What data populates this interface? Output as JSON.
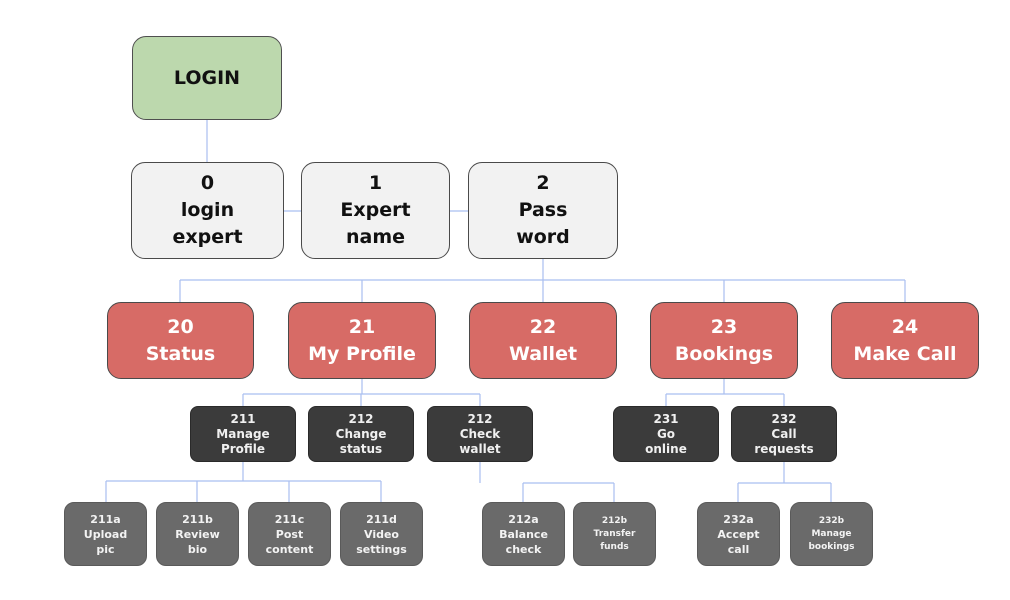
{
  "colors": {
    "connector": "#a9bff0",
    "login_fill": "#bcd8ad",
    "level1_fill": "#f2f2f2",
    "level2_fill": "#d76b66",
    "level3_fill": "#3b3b3b",
    "level4_fill": "#6a6a6a"
  },
  "nodes": {
    "login": {
      "lines": [
        "LOGIN"
      ]
    },
    "n0": {
      "lines": [
        "0",
        "login",
        "expert"
      ]
    },
    "n1": {
      "lines": [
        "1",
        "Expert",
        "name"
      ]
    },
    "n2": {
      "lines": [
        "2",
        "Pass",
        "word"
      ]
    },
    "n20": {
      "lines": [
        "20",
        "Status"
      ]
    },
    "n21": {
      "lines": [
        "21",
        "My Profile"
      ]
    },
    "n22": {
      "lines": [
        "22",
        "Wallet"
      ]
    },
    "n23": {
      "lines": [
        "23",
        "Bookings"
      ]
    },
    "n24": {
      "lines": [
        "24",
        "Make Call"
      ]
    },
    "n211": {
      "lines": [
        "211",
        "Manage",
        "Profile"
      ]
    },
    "n212a_parent": {
      "lines": [
        "212",
        "Change",
        "status"
      ]
    },
    "n212b_parent": {
      "lines": [
        "212",
        "Check",
        "wallet"
      ]
    },
    "n231": {
      "lines": [
        "231",
        "Go",
        "online"
      ]
    },
    "n232": {
      "lines": [
        "232",
        "Call",
        "requests"
      ]
    },
    "n211a": {
      "lines": [
        "211a",
        "Upload",
        "pic"
      ]
    },
    "n211b": {
      "lines": [
        "211b",
        "Review",
        "bio"
      ]
    },
    "n211c": {
      "lines": [
        "211c",
        "Post",
        "content"
      ]
    },
    "n211d": {
      "lines": [
        "211d",
        "Video",
        "settings"
      ]
    },
    "n212a": {
      "lines": [
        "212a",
        "Balance",
        "check"
      ]
    },
    "n212b": {
      "lines": [
        "212b",
        "Transfer",
        "funds"
      ]
    },
    "n232a": {
      "lines": [
        "232a",
        "Accept",
        "call"
      ]
    },
    "n232b": {
      "lines": [
        "232b",
        "Manage",
        "bookings"
      ]
    }
  }
}
